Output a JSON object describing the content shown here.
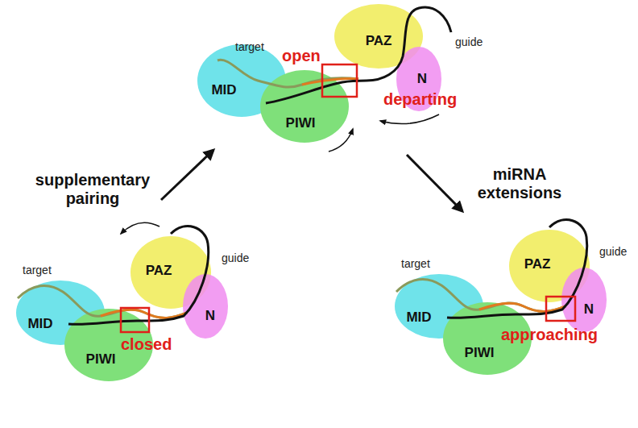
{
  "diagram": {
    "nodes": [
      {
        "text": [
          "PAZ"
        ]
      },
      {
        "text": [
          "MID"
        ]
      },
      {
        "text": [
          "PIWI"
        ]
      },
      {
        "text": [
          "N"
        ]
      },
      {
        "text": [
          "PAZ"
        ]
      },
      {
        "text": [
          "MID"
        ]
      },
      {
        "text": [
          "PIWI"
        ]
      },
      {
        "text": [
          "N"
        ]
      },
      {
        "text": [
          "PAZ"
        ]
      },
      {
        "text": [
          "MID"
        ]
      },
      {
        "text": [
          "PIWI"
        ]
      },
      {
        "text": [
          "N"
        ]
      }
    ],
    "labels": [
      "target",
      "guide",
      "open",
      "departing",
      "supplementary pairing",
      "miRNA extensions",
      "target",
      "guide",
      "closed",
      "target",
      "guide",
      "approaching"
    ]
  }
}
